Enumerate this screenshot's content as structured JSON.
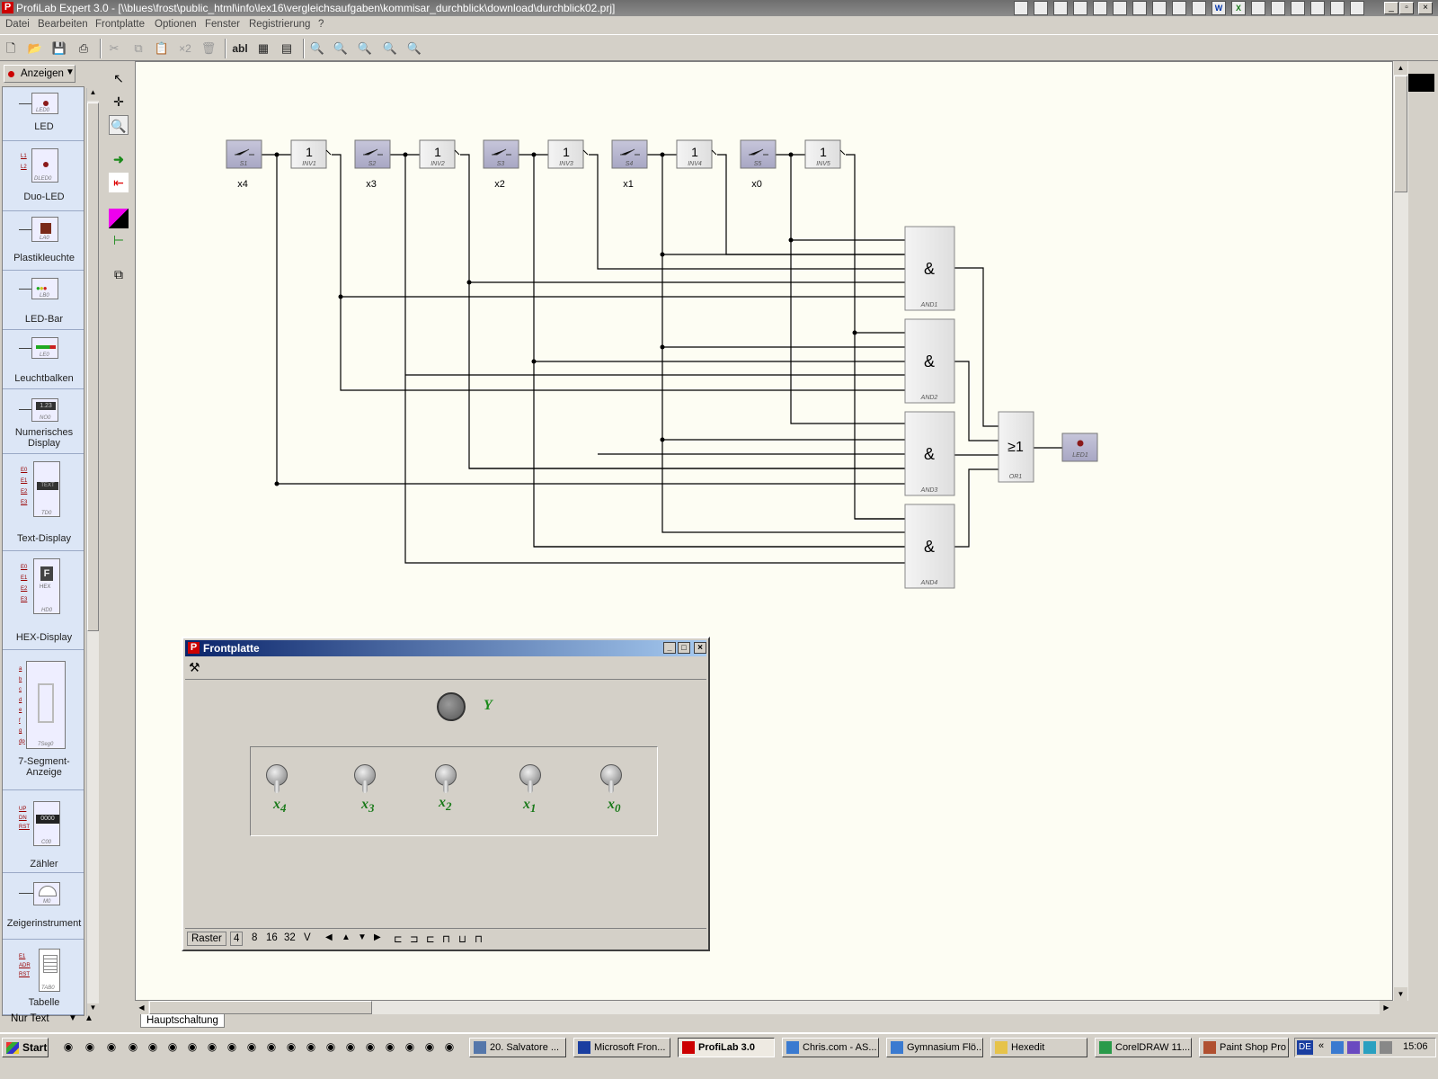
{
  "window": {
    "title": "ProfiLab Expert 3.0 - [\\\\blues\\frost\\public_html\\info\\lex16\\vergleichsaufgaben\\kommisar_durchblick\\download\\durchblick02.prj]",
    "app_icon": "P"
  },
  "menu": [
    "Datei",
    "Bearbeiten",
    "Frontplatte",
    "Optionen",
    "Fenster",
    "Registrierung",
    "?"
  ],
  "toolbar": {
    "copy_x2": "×2",
    "text_tool": "abl"
  },
  "palette": {
    "category": "Anzeigen",
    "items": [
      "LED",
      "Duo-LED",
      "Plastikleuchte",
      "LED-Bar",
      "Leuchtbalken",
      "Numerisches Display",
      "Text-Display",
      "HEX-Display",
      "7-Segment-Anzeige",
      "Zähler",
      "Zeigerinstrument",
      "Tabelle"
    ],
    "icon_labels": [
      "LED0",
      "DLED0",
      "LA0",
      "LB0",
      "LE0",
      "NO0",
      "TD0",
      "HD0",
      "7Seg0",
      "C00",
      "M0",
      "TAB0"
    ],
    "filter": "Nur Text"
  },
  "circuit": {
    "switches": [
      "S1",
      "S2",
      "S3",
      "S4",
      "S5"
    ],
    "switch_captions": [
      "x4",
      "x3",
      "x2",
      "x1",
      "x0"
    ],
    "inverters": [
      "INV1",
      "INV2",
      "INV3",
      "INV4",
      "INV5"
    ],
    "inverter_symbol": "1",
    "and_gates": [
      "AND1",
      "AND2",
      "AND3",
      "AND4"
    ],
    "and_symbol": "&",
    "or_gate": "OR1",
    "or_symbol": "≥1",
    "led": "LED1"
  },
  "sheet_tab": "Hauptschaltung",
  "frontplatte": {
    "title": "Frontplatte",
    "led_label": "Y",
    "toggles": [
      {
        "base": "x",
        "sub": "4"
      },
      {
        "base": "x",
        "sub": "3"
      },
      {
        "base": "x",
        "sub": "2"
      },
      {
        "base": "x",
        "sub": "1"
      },
      {
        "base": "x",
        "sub": "0"
      }
    ],
    "status": {
      "raster": "Raster",
      "values": [
        "4",
        "8",
        "16",
        "32",
        "V"
      ]
    }
  },
  "taskbar": {
    "start": "Start",
    "tasks": [
      "20. Salvatore ...",
      "Microsoft Fron...",
      "ProfiLab 3.0",
      "Chris.com - AS...",
      "Gymnasium Flö...",
      "Hexedit",
      "CorelDRAW 11...",
      "Paint Shop Pro"
    ],
    "active_task": "ProfiLab 3.0",
    "lang": "DE",
    "clock": "15:06"
  }
}
